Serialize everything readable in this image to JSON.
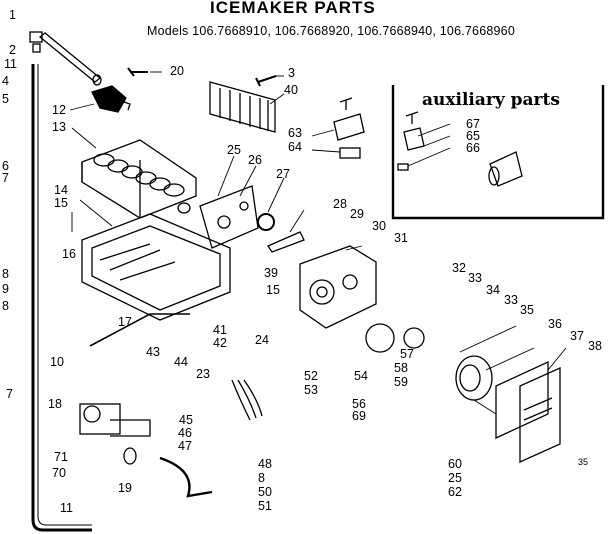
{
  "header": {
    "title": "ICEMAKER PARTS",
    "models": "Models 106.7668910, 106.7668920, 106.7668940, 106.7668960"
  },
  "auxiliary": {
    "title": "auxiliary parts"
  },
  "callouts": [
    "1",
    "2",
    "11",
    "4",
    "5",
    "6",
    "7",
    "8",
    "9",
    "8",
    "7",
    "10",
    "12",
    "13",
    "14",
    "15",
    "16",
    "17",
    "18",
    "71",
    "70",
    "11",
    "19",
    "20",
    "3",
    "40",
    "25",
    "26",
    "27",
    "28",
    "29",
    "30",
    "31",
    "39",
    "15",
    "41",
    "42",
    "24",
    "43",
    "44",
    "23",
    "45",
    "46",
    "47",
    "48",
    "8",
    "50",
    "51",
    "52",
    "53",
    "54",
    "56",
    "69",
    "57",
    "58",
    "59",
    "32",
    "33",
    "34",
    "33",
    "35",
    "36",
    "37",
    "38",
    "60",
    "25",
    "62",
    "63",
    "64",
    "67",
    "65",
    "66"
  ],
  "corner_mark": "35"
}
